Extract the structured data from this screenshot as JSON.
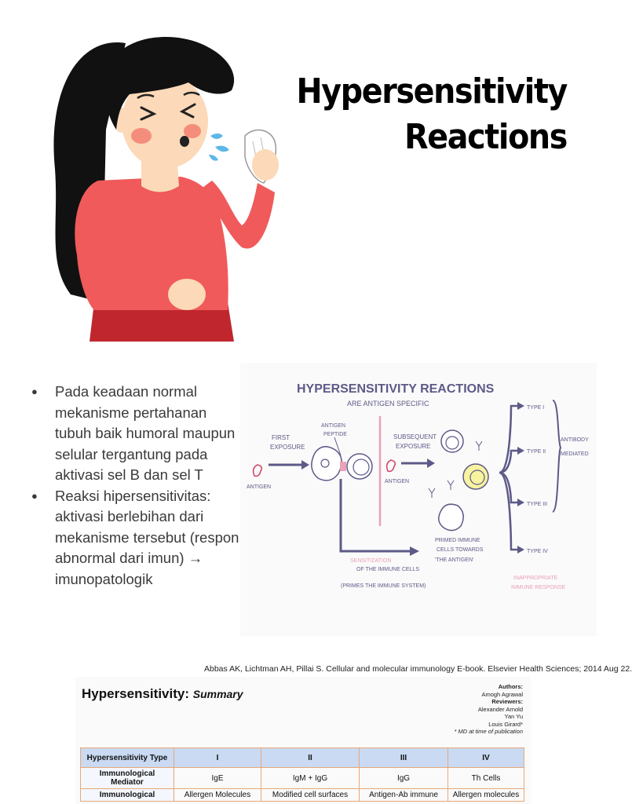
{
  "title": {
    "line1": "Hypersensitivity",
    "line2": "Reactions"
  },
  "bullets": [
    "Pada keadaan normal mekanisme pertahanan tubuh baik humoral maupun selular tergantung pada aktivasi sel B dan sel T",
    "Reaksi hipersensitivitas: aktivasi berlebihan dari mekanisme tersebut (respon abnormal dari imun) → imunopatologik"
  ],
  "diagram": {
    "title": "HYPERSENSITIVITY REACTIONS",
    "subtitle": "ARE ANTIGEN SPECIFIC",
    "first_exposure": [
      "FIRST",
      "EXPOSURE"
    ],
    "antigen_peptide": [
      "ANTIGEN",
      "PEPTIDE"
    ],
    "subsequent_exposure": [
      "SUBSEQUENT",
      "EXPOSURE"
    ],
    "antigen_left": "ANTIGEN",
    "antigen_right": "ANTIGEN",
    "primed": [
      "PRIMED IMMUNE",
      "CELLS TOWARDS",
      "'THE ANTIGEN'"
    ],
    "sensitization": [
      "SENSITIZATION",
      "OF THE IMMUNE CELLS",
      "(PRIMES THE IMMUNE SYSTEM)"
    ],
    "types": [
      "TYPE I",
      "TYPE II",
      "TYPE III",
      "TYPE IV"
    ],
    "antibody": [
      "ANTIBODY",
      "MEDIATED"
    ],
    "inappropriate": [
      "INAPPROPRIATE",
      "IMMUNE RESPONSE"
    ],
    "colors": {
      "ink": "#5d5a88",
      "accent": "#e9a2b6",
      "yellow": "#f7f3a0"
    }
  },
  "citation": "Abbas AK, Lichtman AH, Pillai S. Cellular and molecular immunology E-book. Elsevier Health Sciences; 2014 Aug 22.",
  "summary": {
    "title_main": "Hypersensitivity:",
    "title_sub": "Summary",
    "authors_label": "Authors:",
    "author": "Amogh Agrawal",
    "reviewers_label": "Reviewers:",
    "reviewers": [
      "Alexander Arnold",
      "Yan Yu",
      "Louis Girard*"
    ],
    "note": "* MD at time of publication",
    "table": {
      "headers": [
        "Hypersensitivity Type",
        "I",
        "II",
        "III",
        "IV"
      ],
      "rows": [
        [
          "Immunological Mediator",
          "IgE",
          "IgM + IgG",
          "IgG",
          "Th Cells"
        ],
        [
          "Immunological",
          "Allergen Molecules",
          "Modified cell surfaces",
          "Antigen-Ab immune",
          "Allergen molecules"
        ]
      ]
    }
  },
  "illustration": {
    "colors": {
      "hair": "#111111",
      "skin": "#fcd9b8",
      "shirt": "#f05a5a",
      "pants": "#c0262d",
      "cheek": "#f58d7c",
      "drops": "#5cb8e6"
    }
  }
}
